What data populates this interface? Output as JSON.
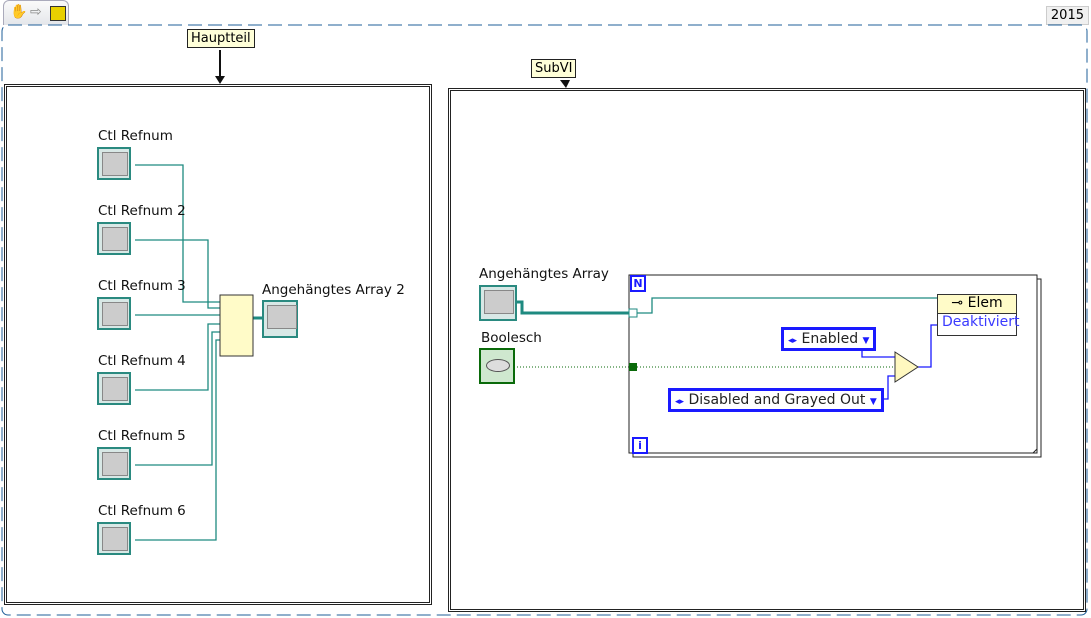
{
  "toolbar": {
    "icons": [
      "hand-tool-icon",
      "arrow-icon",
      "vi-icon"
    ],
    "version": "2015"
  },
  "main": {
    "label": "Hauptteil",
    "controls": [
      "Ctl Refnum",
      "Ctl Refnum 2",
      "Ctl Refnum 3",
      "Ctl Refnum 4",
      "Ctl Refnum 5",
      "Ctl Refnum 6"
    ],
    "indicator": "Angehängtes Array 2"
  },
  "subvi": {
    "label": "SubVI",
    "array_control": "Angehängtes Array",
    "bool_control": "Boolesch",
    "loop_count": "N",
    "loop_index": "i",
    "enum_true": "Enabled",
    "enum_false": "Disabled and Grayed Out",
    "property_elem": "Elem",
    "property_name": "Deaktiviert"
  },
  "colors": {
    "refwire": "#1e8a80",
    "enumwire": "#1a1aff",
    "boolwire": "#0a6a0a",
    "structure": "#1a1aff"
  }
}
